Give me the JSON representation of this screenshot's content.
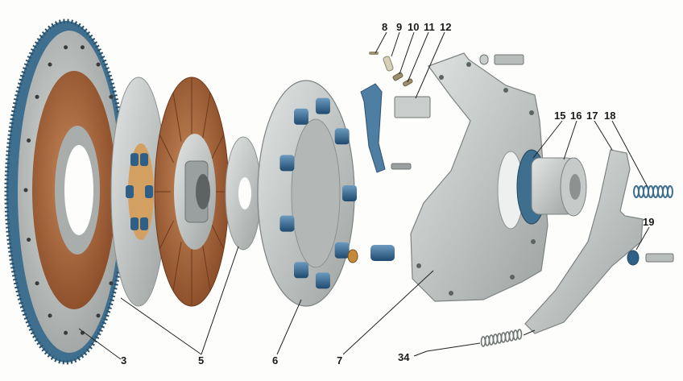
{
  "colors": {
    "teeth": "#3f6f8f",
    "flywheel": "#b9bdbc",
    "friction": "#9a5a32",
    "friction_light": "#c48657",
    "steel": "#c5c9c8",
    "spring": "#2f5f86",
    "metal_dark": "#7d8383",
    "ink": "#1a1a1a"
  },
  "labels": {
    "l3": "3",
    "l5": "5",
    "l6": "6",
    "l7": "7",
    "l8": "8",
    "l9": "9",
    "l10": "10",
    "l11": "11",
    "l12": "12",
    "l15": "15",
    "l16": "16",
    "l17": "17",
    "l18": "18",
    "l19": "19",
    "l34": "34"
  }
}
